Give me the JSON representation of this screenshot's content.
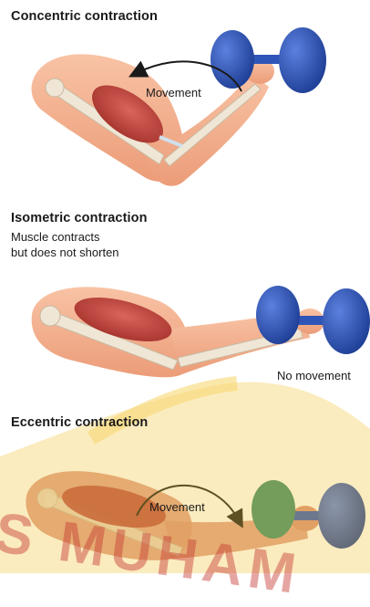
{
  "panels": {
    "concentric": {
      "title": "Concentric contraction",
      "arrow_label": "Movement"
    },
    "isometric": {
      "title": "Isometric contraction",
      "description_line1": "Muscle contracts",
      "description_line2": "but does not shorten",
      "side_label": "No movement"
    },
    "eccentric": {
      "title": "Eccentric contraction",
      "arrow_label": "Movement"
    }
  },
  "watermark": {
    "text": "S MUHAM"
  },
  "colors": {
    "skin": "#f4b08e",
    "muscle": "#c24a45",
    "bone": "#efe6d6",
    "dumbbell": "#2f55b8",
    "watermark_yellow": "#f4c637",
    "watermark_red": "#c63a33"
  }
}
